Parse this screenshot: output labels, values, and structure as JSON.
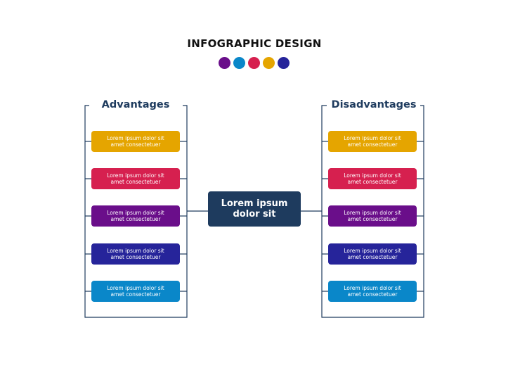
{
  "title": "INFOGRAPHIC DESIGN",
  "palette": [
    {
      "name": "purple",
      "color": "#6a0e8a"
    },
    {
      "name": "blue",
      "color": "#0a87c9"
    },
    {
      "name": "crimson",
      "color": "#d6204f"
    },
    {
      "name": "amber",
      "color": "#e5a500"
    },
    {
      "name": "indigo",
      "color": "#26249a"
    }
  ],
  "center": {
    "label": "Lorem ipsum\ndolor sit",
    "color": "#1e3b5e"
  },
  "advantages": {
    "title": "Advantages",
    "items": [
      {
        "text": "Lorem ipsum dolor sit\namet consectetuer",
        "color": "#e5a500"
      },
      {
        "text": "Lorem ipsum dolor sit\namet consectetuer",
        "color": "#d6204f"
      },
      {
        "text": "Lorem ipsum dolor sit\namet consectetuer",
        "color": "#6a0e8a"
      },
      {
        "text": "Lorem ipsum dolor sit\namet consectetuer",
        "color": "#26249a"
      },
      {
        "text": "Lorem ipsum dolor sit\namet consectetuer",
        "color": "#0a87c9"
      }
    ]
  },
  "disadvantages": {
    "title": "Disadvantages",
    "items": [
      {
        "text": "Lorem ipsum dolor sit\namet consectetuer",
        "color": "#e5a500"
      },
      {
        "text": "Lorem ipsum dolor sit\namet consectetuer",
        "color": "#d6204f"
      },
      {
        "text": "Lorem ipsum dolor sit\namet consectetuer",
        "color": "#6a0e8a"
      },
      {
        "text": "Lorem ipsum dolor sit\namet consectetuer",
        "color": "#26249a"
      },
      {
        "text": "Lorem ipsum dolor sit\namet consectetuer",
        "color": "#0a87c9"
      }
    ]
  },
  "line_color": "#1e3b5e"
}
